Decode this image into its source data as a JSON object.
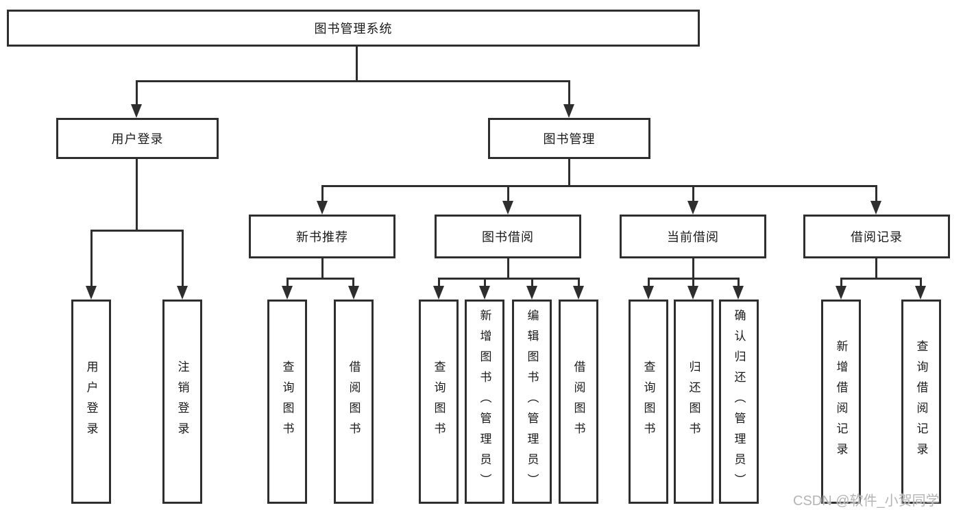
{
  "colors": {
    "line": "#2e2e2e",
    "box_border": "#2e2e2e",
    "text": "#1a1a1a",
    "background": "#ffffff",
    "watermark": "#b4b4b4"
  },
  "watermark": {
    "text": "CSDN @软件_小贺同学"
  },
  "tree": {
    "root": {
      "label": "图书管理系统"
    },
    "branches": [
      {
        "label": "用户登录",
        "children": [
          {
            "label": "用户登录"
          },
          {
            "label": "注销登录"
          }
        ]
      },
      {
        "label": "图书管理",
        "children": [
          {
            "label": "新书推荐",
            "children": [
              {
                "label": "查询图书"
              },
              {
                "label": "借阅图书"
              }
            ]
          },
          {
            "label": "图书借阅",
            "children": [
              {
                "label": "查询图书"
              },
              {
                "label": "新增图书（管理员）"
              },
              {
                "label": "编辑图书（管理员）"
              },
              {
                "label": "借阅图书"
              }
            ]
          },
          {
            "label": "当前借阅",
            "children": [
              {
                "label": "查询图书"
              },
              {
                "label": "归还图书"
              },
              {
                "label": "确认归还（管理员）"
              }
            ]
          },
          {
            "label": "借阅记录",
            "children": [
              {
                "label": "新增借阅记录"
              },
              {
                "label": "查询借阅记录"
              }
            ]
          }
        ]
      }
    ]
  }
}
